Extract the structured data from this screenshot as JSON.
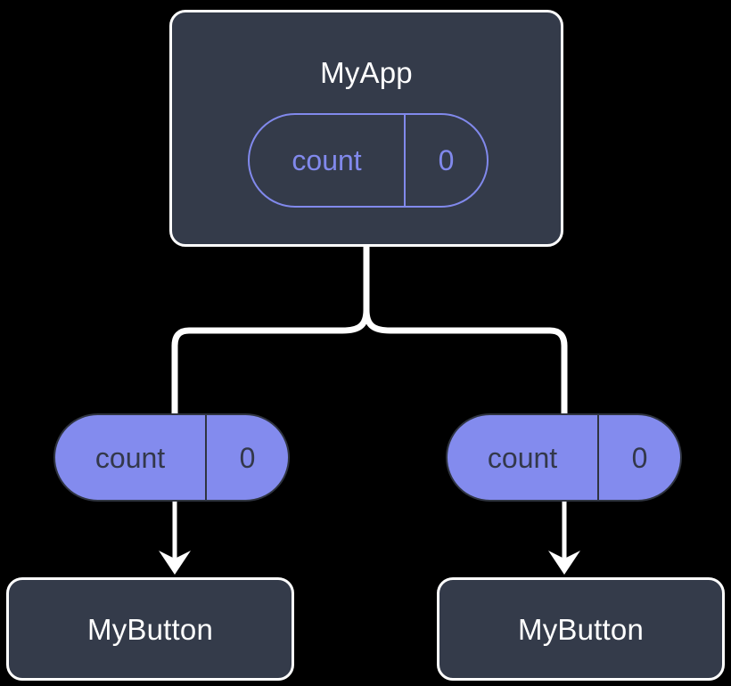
{
  "diagram": {
    "title": "",
    "type": "component-state-tree",
    "background_color": "#000000",
    "colors": {
      "node_fill": "#343b4a",
      "node_border": "#ffffff",
      "node_text": "#ffffff",
      "state_accent": "#8189ec",
      "props_fill": "#838bee",
      "props_text": "#33384a",
      "connector": "#ffffff"
    }
  },
  "root": {
    "name": "MyApp",
    "state": {
      "key": "count",
      "value": "0"
    }
  },
  "children": [
    {
      "props": {
        "key": "count",
        "value": "0"
      },
      "name": "MyButton"
    },
    {
      "props": {
        "key": "count",
        "value": "0"
      },
      "name": "MyButton"
    }
  ]
}
